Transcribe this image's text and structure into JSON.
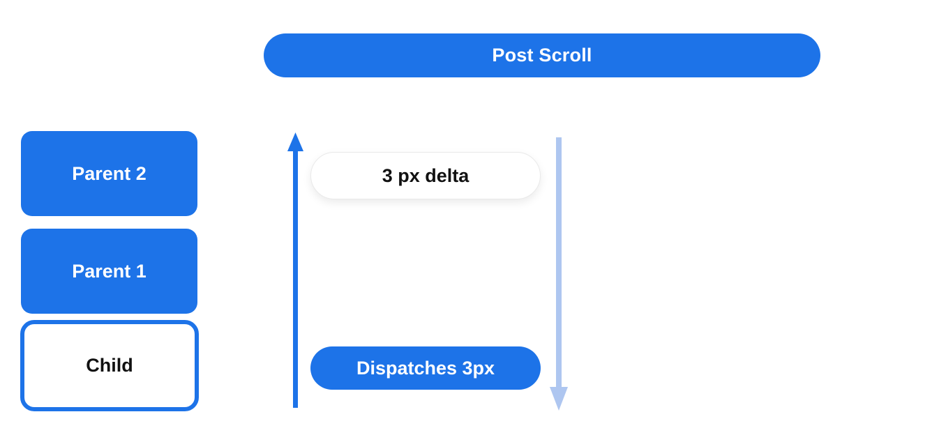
{
  "colors": {
    "primary_blue": "#1d73e8",
    "light_blue": "#aec6f0",
    "pill_border": "#e9e9e9",
    "text_dark": "#111111",
    "canvas_bg": "#ffffff"
  },
  "banner": {
    "label": "Post Scroll"
  },
  "stack": {
    "items": [
      {
        "label": "Parent 2",
        "variant": "filled"
      },
      {
        "label": "Parent 1",
        "variant": "filled"
      },
      {
        "label": "Child",
        "variant": "outlined"
      }
    ]
  },
  "flow": {
    "delta_label": "3 px delta",
    "dispatch_label": "Dispatches 3px",
    "icons": [
      {
        "name": "up-arrow-icon",
        "direction": "up",
        "color": "#1d73e8"
      },
      {
        "name": "down-arrow-icon",
        "direction": "down",
        "color": "#aec6f0"
      }
    ]
  }
}
